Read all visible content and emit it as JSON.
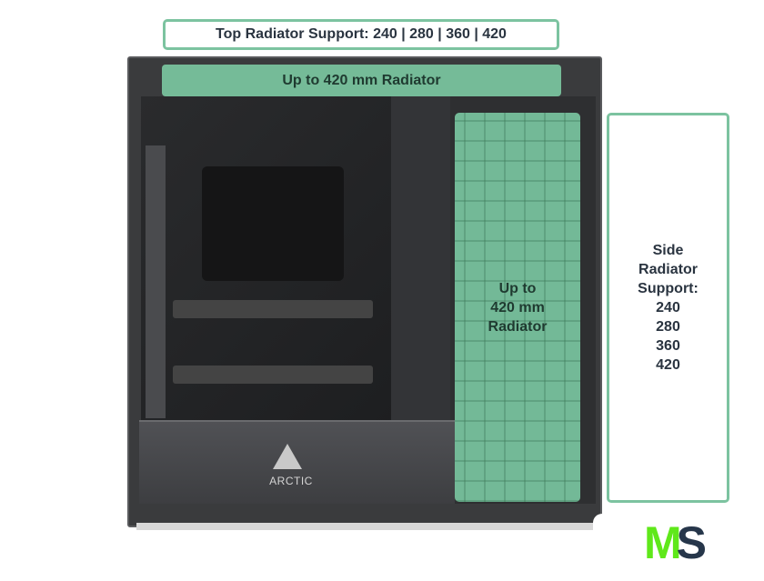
{
  "top_label": "Top Radiator Support: 240 | 280 | 360 | 420",
  "top_radiator": "Up to 420 mm Radiator",
  "side_radiator": [
    "Up to",
    "420 mm",
    "Radiator"
  ],
  "side_label": [
    "Side",
    "Radiator",
    "Support:",
    "240",
    "280",
    "360",
    "420"
  ],
  "brand_logo": "ARCTIC",
  "watermark": {
    "m": "M",
    "s": "S"
  },
  "colors": {
    "accent": "#7cc3a0",
    "watermark_m": "#5fe81a",
    "watermark_s": "#26364a"
  }
}
